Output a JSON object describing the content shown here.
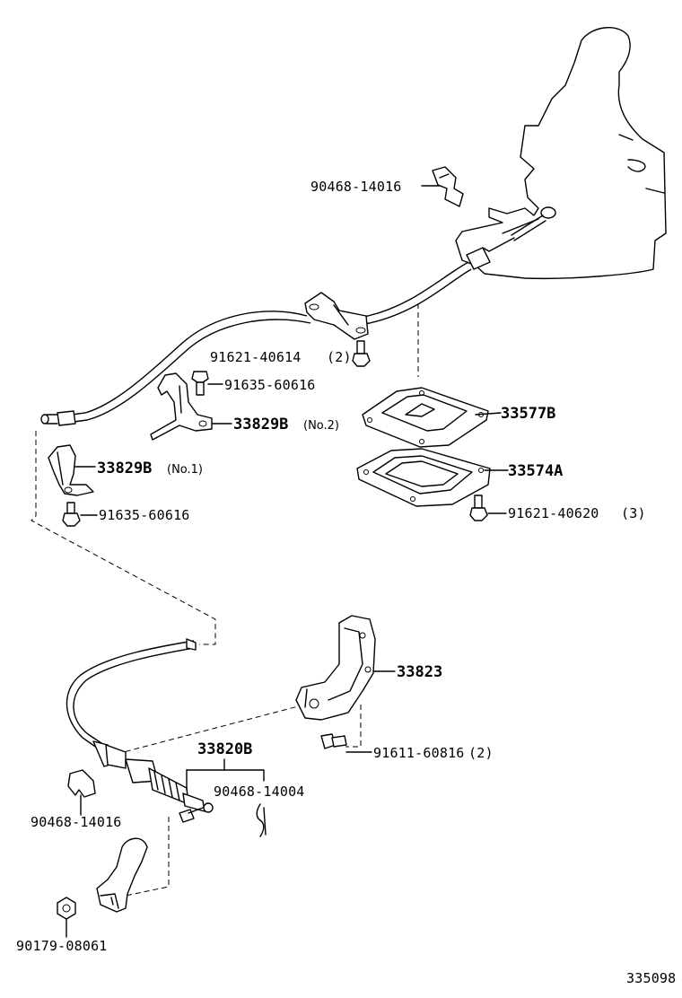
{
  "labels": {
    "clip_upper": "90468-14016",
    "bolt_bracket_upper": "91621-40614",
    "bolt_bracket_upper_qty": "(2)",
    "bolt_no2": "91635-60616",
    "bracket_no2": "33829B",
    "bracket_no2_suffix": "(No.2)",
    "plate": "33577B",
    "gasket": "33574A",
    "bracket_no1": "33829B",
    "bracket_no1_suffix": "(No.1)",
    "bolt_no1": "91635-60616",
    "bolt_gasket": "91621-40620",
    "bolt_gasket_qty": "(3)",
    "bracket_lower": "33823",
    "cable_assy": "33820B",
    "clip_cable": "90468-14004",
    "bolt_lower": "91611-60816",
    "bolt_lower_qty": "(2)",
    "clip_lower": "90468-14016",
    "nut": "90179-08061",
    "diagram_id": "335098"
  }
}
